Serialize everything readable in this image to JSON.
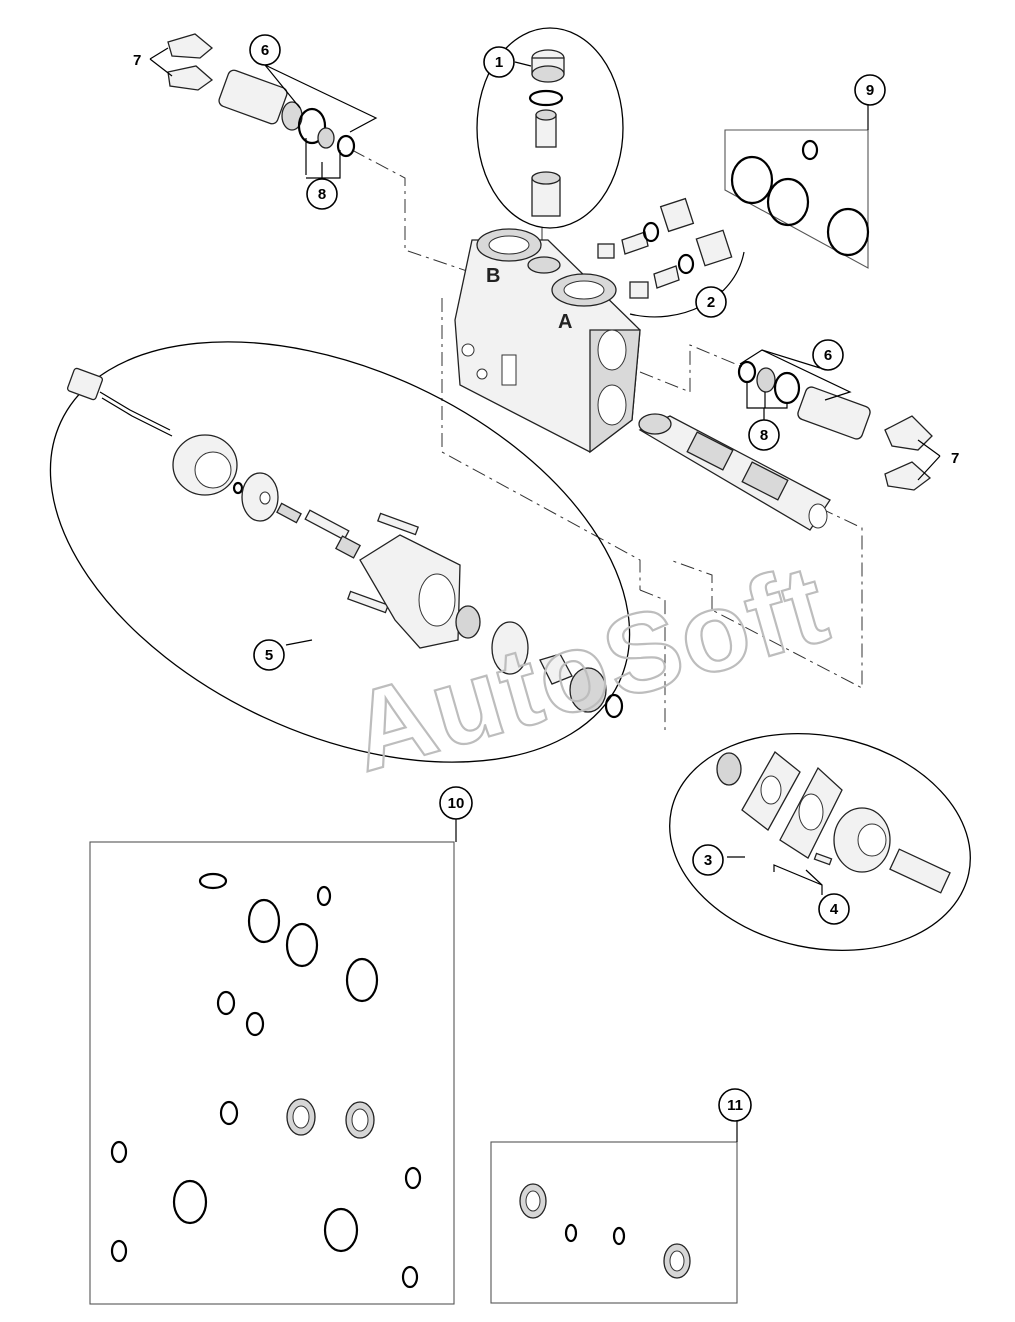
{
  "watermark": "AutoSoft",
  "port_labels": {
    "b": "B",
    "a": "A"
  },
  "callouts": [
    {
      "id": "1",
      "label": "1"
    },
    {
      "id": "2",
      "label": "2"
    },
    {
      "id": "3",
      "label": "3"
    },
    {
      "id": "4",
      "label": "4"
    },
    {
      "id": "5",
      "label": "5"
    },
    {
      "id": "6a",
      "label": "6"
    },
    {
      "id": "6b",
      "label": "6"
    },
    {
      "id": "7a",
      "label": "7"
    },
    {
      "id": "7b",
      "label": "7"
    },
    {
      "id": "8a",
      "label": "8"
    },
    {
      "id": "8b",
      "label": "8"
    },
    {
      "id": "9",
      "label": "9"
    },
    {
      "id": "10",
      "label": "10"
    },
    {
      "id": "11",
      "label": "11"
    }
  ]
}
